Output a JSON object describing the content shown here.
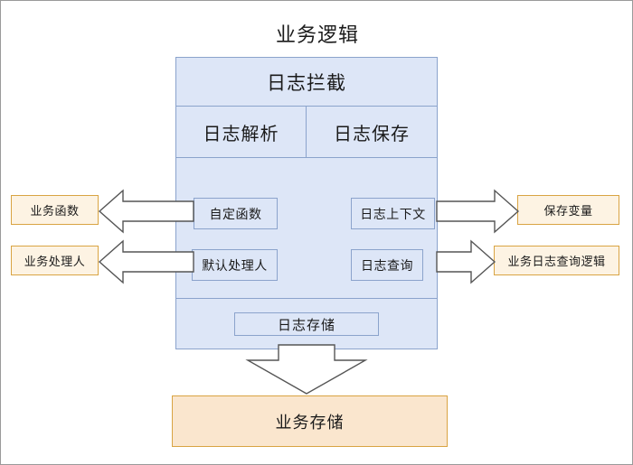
{
  "diagram": {
    "title": "业务逻辑",
    "colors": {
      "panel_fill": "#dde6f7",
      "panel_border": "#8ba3cc",
      "orange_fill": "#fdf3e3",
      "orange_border": "#d9a443",
      "store_fill": "#fae6ce",
      "arrow_fill": "#ffffff",
      "arrow_stroke": "#555555",
      "frame_border": "#9a9a9a"
    },
    "panel": {
      "header": "日志拦截",
      "sub_sections": [
        {
          "label": "日志解析"
        },
        {
          "label": "日志保存"
        }
      ],
      "inner_boxes": [
        {
          "id": "custom-function",
          "label": "自定函数"
        },
        {
          "id": "log-context",
          "label": "日志上下文"
        },
        {
          "id": "default-handler",
          "label": "默认处理人"
        },
        {
          "id": "log-query",
          "label": "日志查询"
        }
      ],
      "storage": {
        "label": "日志存储"
      }
    },
    "left_boxes": [
      {
        "id": "business-function",
        "label": "业务函数"
      },
      {
        "id": "business-handler",
        "label": "业务处理人"
      }
    ],
    "right_boxes": [
      {
        "id": "save-variable",
        "label": "保存变量"
      },
      {
        "id": "business-log-query-logic",
        "label": "业务日志查询逻辑"
      }
    ],
    "bottom_box": {
      "id": "business-storage",
      "label": "业务存储"
    },
    "arrows": [
      {
        "id": "custom-function-to-business-function",
        "direction": "left"
      },
      {
        "id": "default-handler-to-business-handler",
        "direction": "left"
      },
      {
        "id": "log-context-to-save-variable",
        "direction": "right"
      },
      {
        "id": "log-query-to-business-log-query-logic",
        "direction": "right"
      },
      {
        "id": "log-storage-to-business-storage",
        "direction": "down"
      }
    ]
  }
}
